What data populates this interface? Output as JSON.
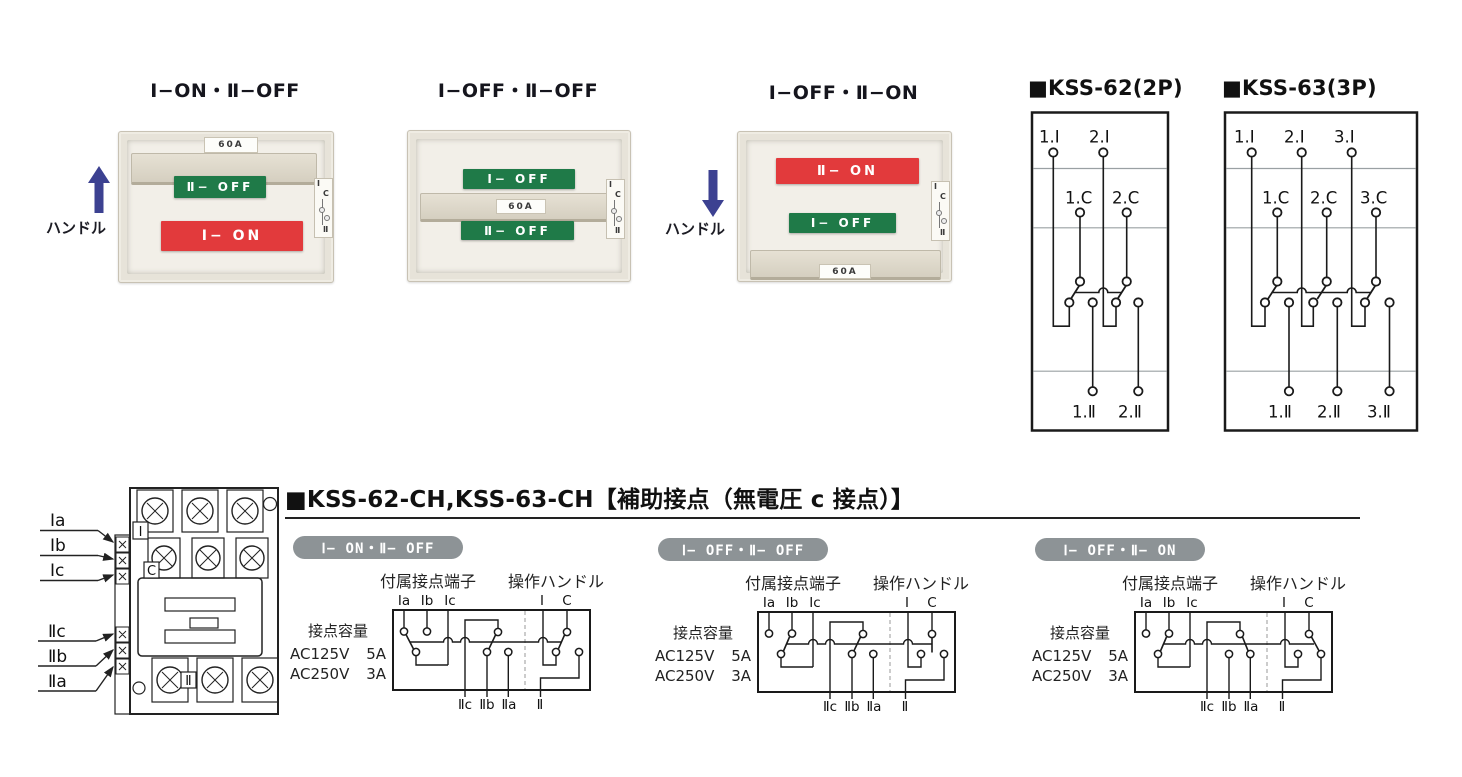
{
  "top_section": {
    "amp_label": "60A",
    "indicator_letters": [
      "Ⅰ",
      "C",
      "Ⅱ"
    ],
    "colors": {
      "red": "#e23a3c",
      "green": "#1f7a48",
      "arrow": "#3c4191"
    },
    "positions": [
      {
        "title": "Ⅰ−ON・Ⅱ−OFF",
        "arrow_dir": "up",
        "arrow_label": "ハンドル",
        "labels": [
          {
            "text": "Ⅱ− OFF",
            "color": "green"
          },
          {
            "text": "Ⅰ− ON",
            "color": "red"
          }
        ]
      },
      {
        "title": "Ⅰ−OFF・Ⅱ−OFF",
        "labels": [
          {
            "text": "Ⅰ− OFF",
            "color": "green"
          },
          {
            "text": "Ⅱ− OFF",
            "color": "green"
          }
        ]
      },
      {
        "title": "Ⅰ−OFF・Ⅱ−ON",
        "arrow_dir": "down",
        "arrow_label": "ハンドル",
        "labels": [
          {
            "text": "Ⅱ− ON",
            "color": "red"
          },
          {
            "text": "Ⅰ− OFF",
            "color": "green"
          }
        ]
      }
    ]
  },
  "pole_diagrams": [
    {
      "title": "■KSS-62(2P)",
      "top_terminals": [
        "1.Ⅰ",
        "2.Ⅰ"
      ],
      "center_terminals": [
        "1.C",
        "2.C"
      ],
      "bottom_terminals": [
        "1.Ⅱ",
        "2.Ⅱ"
      ]
    },
    {
      "title": "■KSS-63(3P)",
      "top_terminals": [
        "1.Ⅰ",
        "2.Ⅰ",
        "3.Ⅰ"
      ],
      "center_terminals": [
        "1.C",
        "2.C",
        "3.C"
      ],
      "bottom_terminals": [
        "1.Ⅱ",
        "2.Ⅱ",
        "3.Ⅱ"
      ]
    }
  ],
  "bottom_section": {
    "header": "■KSS-62-CH,KSS-63-CH【補助接点（無電圧 c 接点）】",
    "device": {
      "side_labels": [
        "Ⅰa",
        "Ⅰb",
        "Ⅰc",
        "Ⅱc",
        "Ⅱb",
        "Ⅱa"
      ],
      "marks": [
        "Ⅰ",
        "C",
        "Ⅱ"
      ]
    },
    "labels": {
      "terminals": "付属接点端子",
      "handle": "操作ハンドル"
    },
    "rating": {
      "title": "接点容量",
      "rows": [
        {
          "v": "AC125V",
          "a": "5A"
        },
        {
          "v": "AC250V",
          "a": "3A"
        }
      ]
    },
    "aux_diagrams": [
      {
        "badge": "Ⅰ− ON・Ⅱ− OFF",
        "top_terminals": [
          "Ⅰa",
          "Ⅰb",
          "Ⅰc"
        ],
        "handle_terminals": [
          "Ⅰ",
          "C"
        ],
        "bottom_terminals": [
          "Ⅱc",
          "Ⅱb",
          "Ⅱa",
          "Ⅱ"
        ],
        "state": {
          "pole1": "a",
          "pole2": "b",
          "handle": "Ⅰ"
        }
      },
      {
        "badge": "Ⅰ− OFF・Ⅱ− OFF",
        "top_terminals": [
          "Ⅰa",
          "Ⅰb",
          "Ⅰc"
        ],
        "handle_terminals": [
          "Ⅰ",
          "C"
        ],
        "bottom_terminals": [
          "Ⅱc",
          "Ⅱb",
          "Ⅱa",
          "Ⅱ"
        ],
        "state": {
          "pole1": "b",
          "pole2": "b",
          "handle": "off"
        }
      },
      {
        "badge": "Ⅰ− OFF・Ⅱ− ON",
        "top_terminals": [
          "Ⅰa",
          "Ⅰb",
          "Ⅰc"
        ],
        "handle_terminals": [
          "Ⅰ",
          "C"
        ],
        "bottom_terminals": [
          "Ⅱc",
          "Ⅱb",
          "Ⅱa",
          "Ⅱ"
        ],
        "state": {
          "pole1": "b",
          "pole2": "a",
          "handle": "Ⅱ"
        }
      }
    ]
  }
}
